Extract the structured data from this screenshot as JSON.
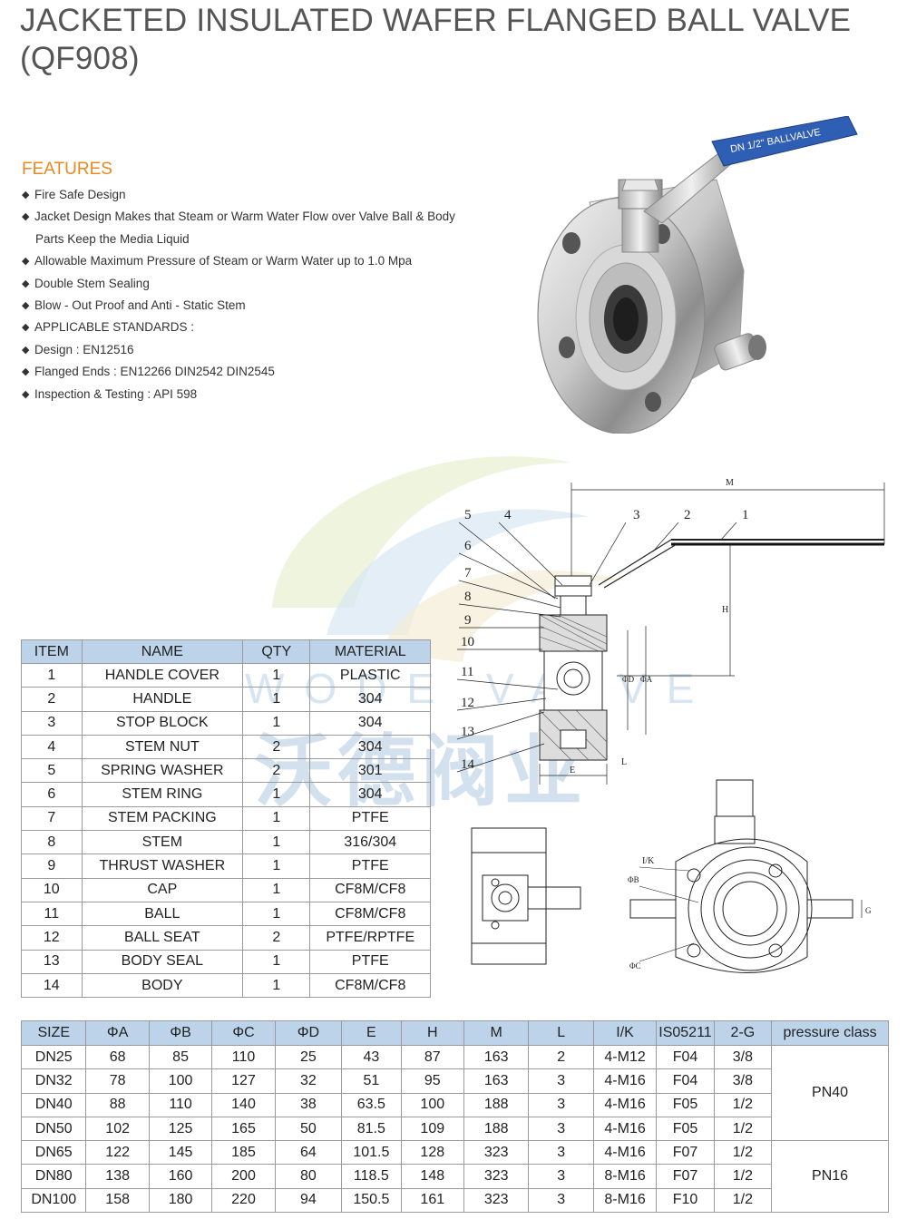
{
  "title": "JACKETED INSULATED WAFER FLANGED BALL VALVE (QF908)",
  "features": {
    "heading": "FEATURES",
    "bullet": "◆",
    "items": [
      "Fire Safe Design",
      "Jacket Design Makes that Steam or Warm Water Flow over Valve Ball & Body",
      "Parts Keep the Media Liquid",
      "Allowable Maximum Pressure of Steam or Warm Water up to 1.0 Mpa",
      "Double Stem Sealing",
      "Blow - Out Proof and Anti - Static Stem",
      "APPLICABLE STANDARDS :",
      "Design : EN12516",
      "Flanged Ends : EN12266 DIN2542 DIN2545",
      "Inspection & Testing : API 598"
    ]
  },
  "photo": {
    "handle_text": "DN 1/2\" BALLVALVE",
    "handle_color": "#2f5fb5"
  },
  "watermark": {
    "brand_en": "WODE VALVE",
    "brand_cn": "沃德阀业"
  },
  "drawing": {
    "callouts": [
      "1",
      "2",
      "3",
      "4",
      "5",
      "6",
      "7",
      "8",
      "9",
      "10",
      "11",
      "12",
      "13",
      "14"
    ],
    "dims": {
      "M": "M",
      "H": "H",
      "E": "E",
      "L": "L",
      "D": "ΦD",
      "A": "ΦA",
      "IK": "I/K",
      "B": "ΦB",
      "C": "ΦC",
      "G": "G"
    }
  },
  "parts_table": {
    "headers": [
      "ITEM",
      "NAME",
      "QTY",
      "MATERIAL"
    ],
    "rows": [
      [
        "1",
        "HANDLE COVER",
        "1",
        "PLASTIC"
      ],
      [
        "2",
        "HANDLE",
        "1",
        "304"
      ],
      [
        "3",
        "STOP BLOCK",
        "1",
        "304"
      ],
      [
        "4",
        "STEM NUT",
        "2",
        "304"
      ],
      [
        "5",
        "SPRING WASHER",
        "2",
        "301"
      ],
      [
        "6",
        "STEM RING",
        "1",
        "304"
      ],
      [
        "7",
        "STEM PACKING",
        "1",
        "PTFE"
      ],
      [
        "8",
        "STEM",
        "1",
        "316/304"
      ],
      [
        "9",
        "THRUST WASHER",
        "1",
        "PTFE"
      ],
      [
        "10",
        "CAP",
        "1",
        "CF8M/CF8"
      ],
      [
        "11",
        "BALL",
        "1",
        "CF8M/CF8"
      ],
      [
        "12",
        "BALL SEAT",
        "2",
        "PTFE/RPTFE"
      ],
      [
        "13",
        "BODY SEAL",
        "1",
        "PTFE"
      ],
      [
        "14",
        "BODY",
        "1",
        "CF8M/CF8"
      ]
    ]
  },
  "dims_table": {
    "headers": [
      "SIZE",
      "ΦA",
      "ΦB",
      "ΦC",
      "ΦD",
      "E",
      "H",
      "M",
      "L",
      "I/K",
      "IS05211",
      "2-G",
      "pressure class"
    ],
    "rows": [
      [
        "DN25",
        "68",
        "85",
        "110",
        "25",
        "43",
        "87",
        "163",
        "2",
        "4-M12",
        "F04",
        "3/8"
      ],
      [
        "DN32",
        "78",
        "100",
        "127",
        "32",
        "51",
        "95",
        "163",
        "3",
        "4-M16",
        "F04",
        "3/8"
      ],
      [
        "DN40",
        "88",
        "110",
        "140",
        "38",
        "63.5",
        "100",
        "188",
        "3",
        "4-M16",
        "F05",
        "1/2"
      ],
      [
        "DN50",
        "102",
        "125",
        "165",
        "50",
        "81.5",
        "109",
        "188",
        "3",
        "4-M16",
        "F05",
        "1/2"
      ],
      [
        "DN65",
        "122",
        "145",
        "185",
        "64",
        "101.5",
        "128",
        "323",
        "3",
        "4-M16",
        "F07",
        "1/2"
      ],
      [
        "DN80",
        "138",
        "160",
        "200",
        "80",
        "118.5",
        "148",
        "323",
        "3",
        "8-M16",
        "F07",
        "1/2"
      ],
      [
        "DN100",
        "158",
        "180",
        "220",
        "94",
        "150.5",
        "161",
        "323",
        "3",
        "8-M16",
        "F10",
        "1/2"
      ]
    ],
    "pressure_classes": [
      {
        "label": "PN40",
        "rowspan": 4
      },
      {
        "label": "PN16",
        "rowspan": 3
      }
    ]
  }
}
